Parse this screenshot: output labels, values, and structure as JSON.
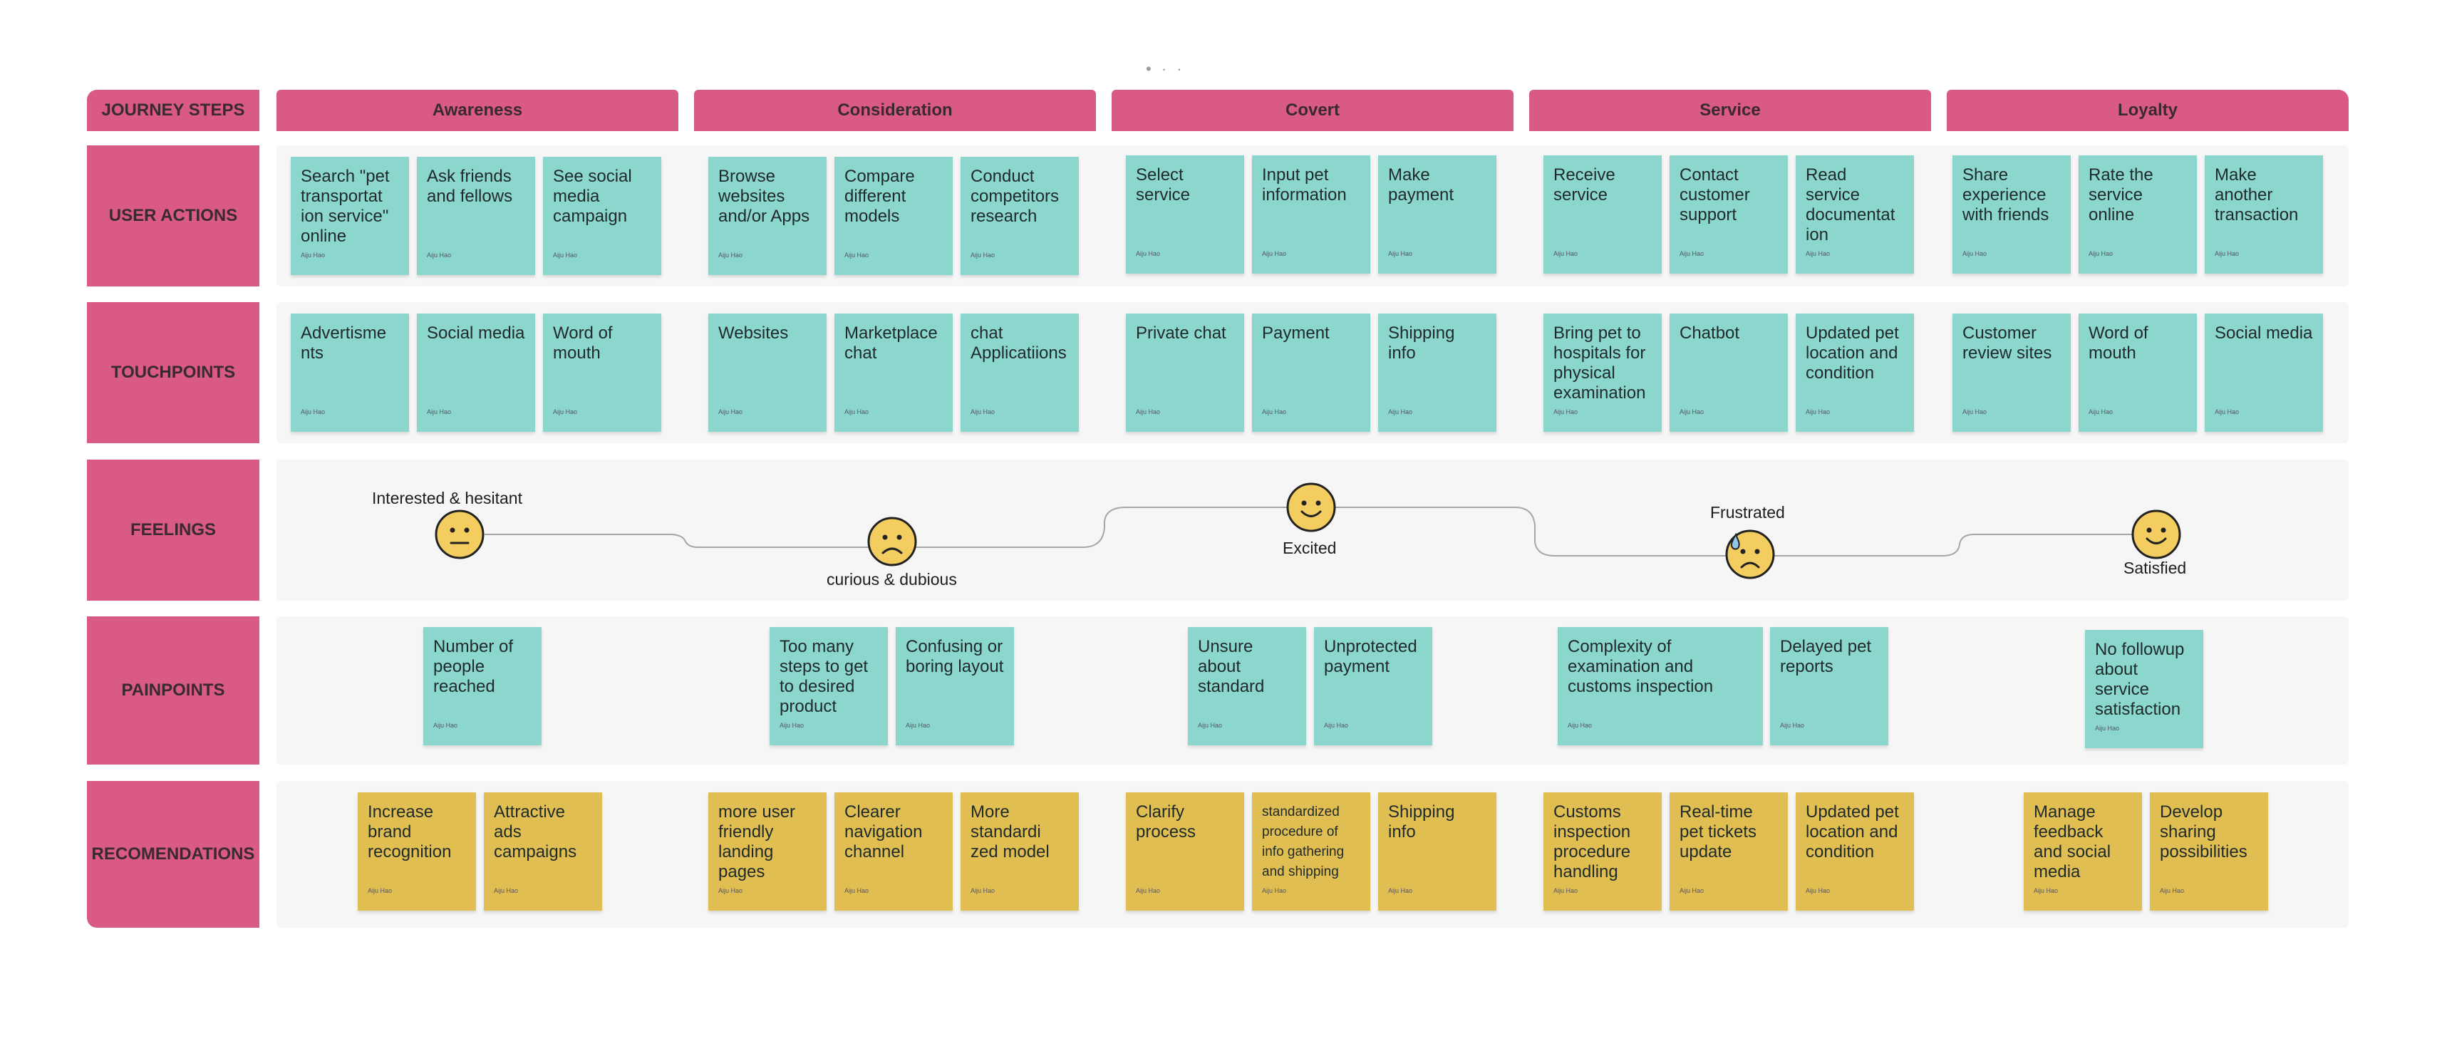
{
  "rows": {
    "journey_steps": "JOURNEY STEPS",
    "user_actions": "USER ACTIONS",
    "touchpoints": "TOUCHPOINTS",
    "feelings": "FEELINGS",
    "painpoints": "PAINPOINTS",
    "recommendations": "RECOMENDATIONS"
  },
  "stages": [
    "Awareness",
    "Consideration",
    "Covert",
    "Service",
    "Loyalty"
  ],
  "author": "Aiju Hao",
  "user_actions": [
    "Search \"pet transportat ion service\" online",
    "Ask friends   and fellows",
    "See social media campaign",
    "Browse websites and/or Apps",
    "Compare different models",
    "Conduct competitors research",
    "Select service",
    "Input pet information",
    "Make payment",
    "Receive service",
    "Contact customer support",
    "Read service documentat ion",
    "Share experience with friends",
    "Rate the service online",
    "Make another transaction"
  ],
  "touchpoints": [
    "Advertisme nts",
    "Social media",
    "Word of mouth",
    "Websites",
    "Marketplace chat",
    "chat Applicatiions",
    "Private chat",
    "Payment",
    "Shipping info",
    "Bring pet to hospitals for physical examination",
    "Chatbot",
    "Updated pet location and condition",
    "Customer review sites",
    "Word of mouth",
    "Social media"
  ],
  "feelings": [
    {
      "label": "Interested & hesitant",
      "mood": "neutral"
    },
    {
      "label": "curious & dubious",
      "mood": "sad"
    },
    {
      "label": "Excited",
      "mood": "happy"
    },
    {
      "label": "Frustrated",
      "mood": "frustrated"
    },
    {
      "label": "Satisfied",
      "mood": "happy"
    }
  ],
  "painpoints": [
    "Number of people reached",
    "Too many steps to get to desired product",
    "Confusing or boring layout",
    "Unsure about standard",
    "Unprotected payment",
    "Complexity of examination and customs inspection",
    "Delayed pet reports",
    "No followup about service satisfaction"
  ],
  "recommendations": [
    "Increase brand recognition",
    "Attractive ads campaigns",
    "more user friendly landing pages",
    "Clearer navigation channel",
    "More standardi zed model",
    "Clarify process",
    "standardized procedure of info gathering and shipping",
    "Shipping info",
    "Customs inspection procedure handling",
    "Real-time pet tickets update",
    "Updated pet location and condition",
    "Manage feedback and social media",
    "Develop sharing possibilities"
  ],
  "colors": {
    "header_pink": "#d95a85",
    "sticky_teal": "#8cd7cd",
    "sticky_yellow": "#e1be52",
    "panel_gray": "#f6f6f6",
    "face_yellow": "#f3cd5f"
  },
  "icons": {
    "neutral": "neutral-face-icon",
    "sad": "sad-face-icon",
    "happy": "smiling-face-icon",
    "frustrated": "frustrated-sweat-face-icon"
  }
}
